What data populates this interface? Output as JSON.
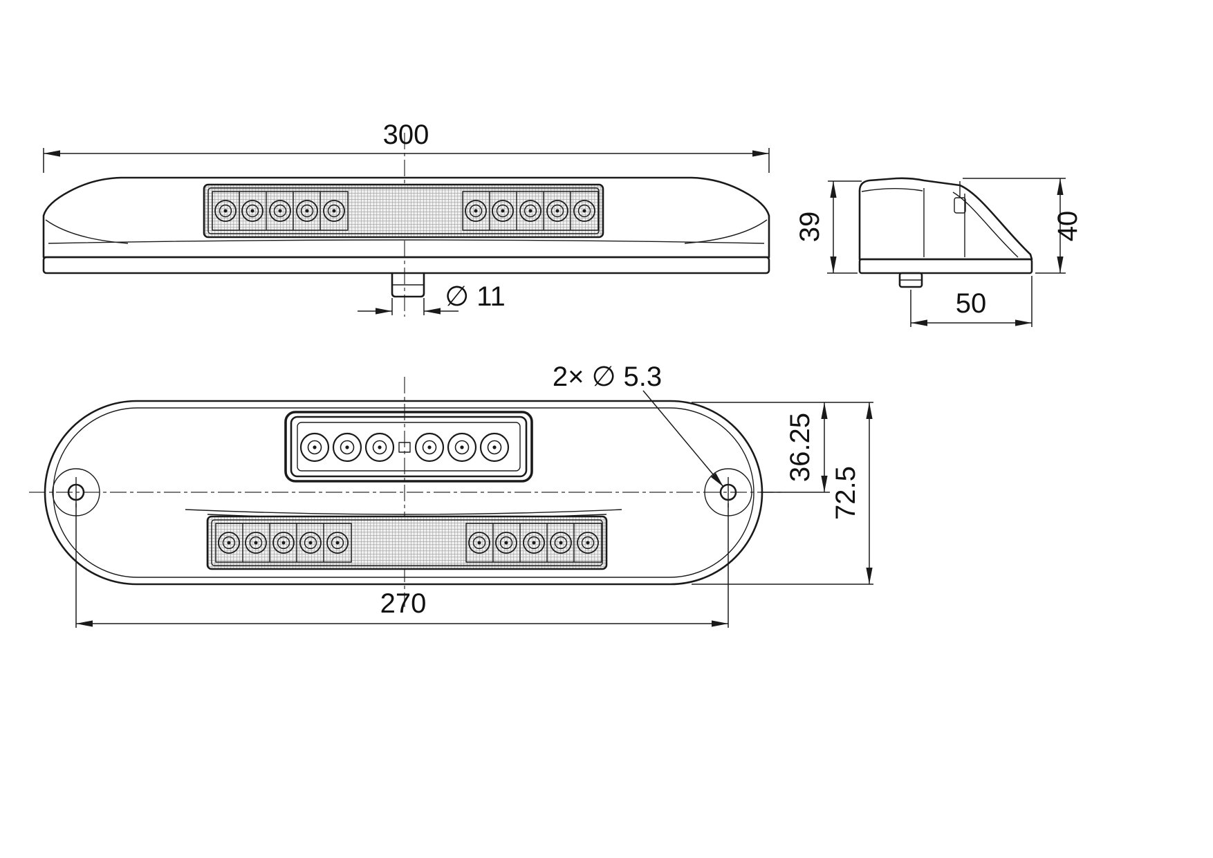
{
  "views": {
    "front": {
      "overall_width": "300",
      "stud_diameter": "∅ 11"
    },
    "side": {
      "height_left": "39",
      "height_right": "40",
      "depth": "50"
    },
    "plan": {
      "holes_note": "2× ∅ 5.3",
      "hole_to_edge": "36.25",
      "overall_height": "72.5",
      "hole_spacing": "270"
    }
  }
}
